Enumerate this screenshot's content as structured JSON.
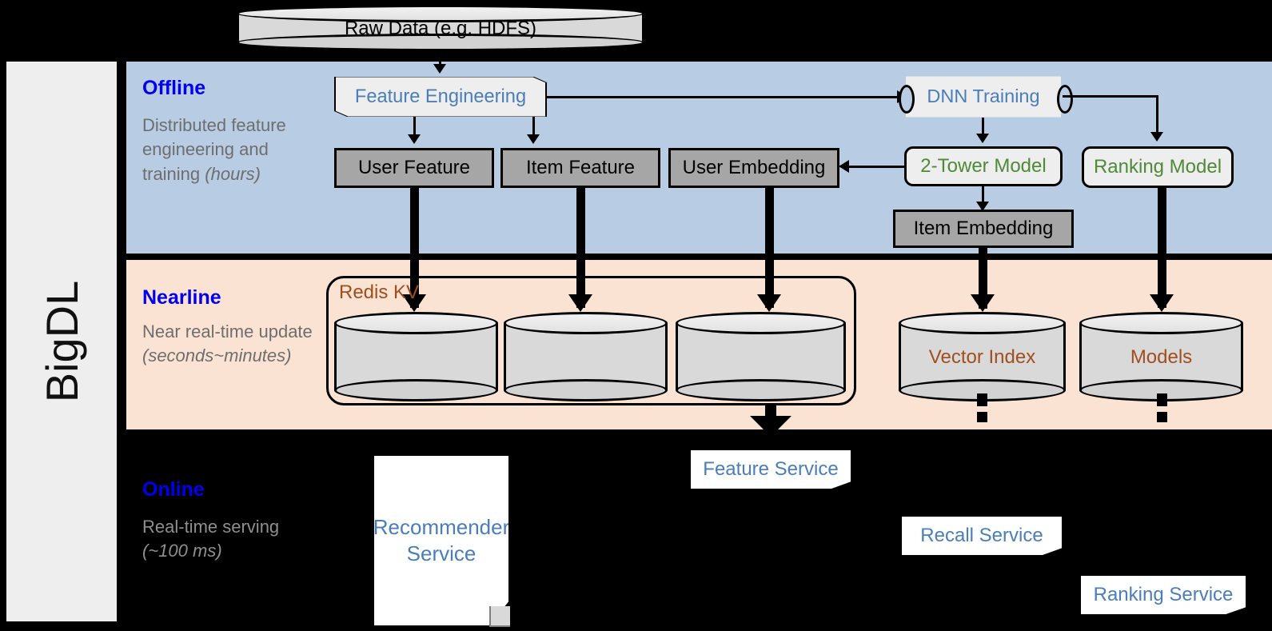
{
  "framework": {
    "name": "BigDL"
  },
  "source": {
    "label": "Raw Data (e.g. HDFS)"
  },
  "sections": {
    "offline": {
      "title": "Offline",
      "description": "Distributed feature engineering and training ",
      "description_italic": "(hours)",
      "bg_color": "#b8cce4",
      "title_color": "#0000ee"
    },
    "nearline": {
      "title": "Nearline",
      "description": "Near real-time update",
      "description_italic": "(seconds~minutes)",
      "bg_color": "#fbe3d3",
      "title_color": "#0000ee"
    },
    "online": {
      "title": "Online",
      "description": "Real-time serving",
      "description_italic": "(~100 ms)",
      "bg_color": "#000000",
      "title_color": "#0000ee"
    }
  },
  "offline_nodes": {
    "feature_engineering": {
      "label": "Feature Engineering",
      "shape": "banner",
      "text_color": "#4a7ebb"
    },
    "dnn_training": {
      "label": "DNN Training",
      "shape": "double-bracket",
      "text_color": "#4a7ebb"
    },
    "user_feature": {
      "label": "User Feature",
      "shape": "rect",
      "fill": "#a6a6a6"
    },
    "item_feature": {
      "label": "Item Feature",
      "shape": "rect",
      "fill": "#a6a6a6"
    },
    "user_embedding": {
      "label": "User Embedding",
      "shape": "rect",
      "fill": "#a6a6a6"
    },
    "item_embedding": {
      "label": "Item Embedding",
      "shape": "rect",
      "fill": "#a6a6a6"
    },
    "two_tower_model": {
      "label": "2-Tower Model",
      "shape": "rounded-rect",
      "text_color": "#4e8a38"
    },
    "ranking_model": {
      "label": "Ranking Model",
      "shape": "rounded-rect",
      "text_color": "#4e8a38"
    }
  },
  "nearline_nodes": {
    "redis_container": {
      "label": "Redis KV",
      "text_color": "#a14e1e"
    },
    "store_1": {
      "label": ""
    },
    "store_2": {
      "label": ""
    },
    "store_3": {
      "label": ""
    },
    "vector_index": {
      "label": "Vector Index",
      "text_color": "#a14e1e"
    },
    "models": {
      "label": "Models",
      "text_color": "#a14e1e"
    }
  },
  "online_nodes": {
    "recommender_service": {
      "label": "Recommender Service",
      "shape": "document",
      "text_color": "#4a7ebb"
    },
    "feature_service": {
      "label": "Feature Service",
      "shape": "document",
      "text_color": "#4a7ebb"
    },
    "recall_service": {
      "label": "Recall Service",
      "shape": "document",
      "text_color": "#4a7ebb"
    },
    "ranking_service": {
      "label": "Ranking Service",
      "shape": "document",
      "text_color": "#4a7ebb"
    }
  }
}
